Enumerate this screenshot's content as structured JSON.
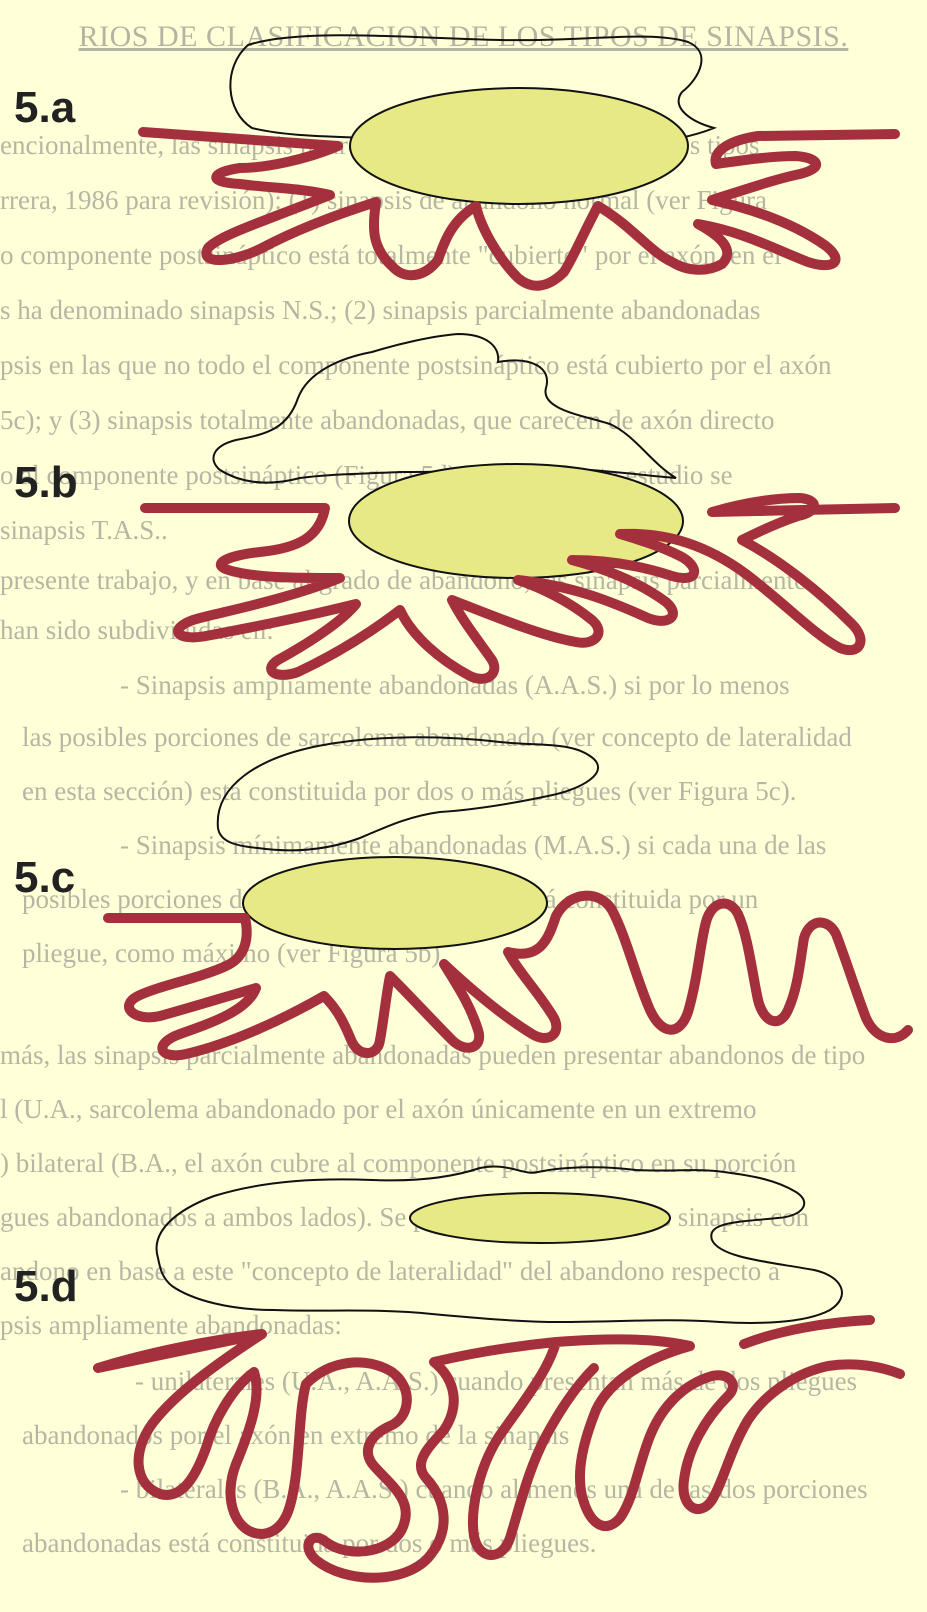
{
  "heading": "RIOS DE CLASIFICACION DE LOS TIPOS DE SINAPSIS.",
  "background_lines": [
    "encionalmente, las sinapsis neuromusculares se clasifican en tres tipos",
    "rrera, 1986 para revisión): (1) sinapsis de abandono normal (ver Figura",
    "o componente postsináptico está totalmente \"cubierto\" por el axón, en el",
    "s ha denominado sinapsis N.S.; (2) sinapsis parcialmente abandonadas",
    "psis en las que no todo el componente postsináptico está cubierto por el axón",
    "5c); y (3) sinapsis totalmente abandonadas, que carecen de axón directo",
    "o al componente postsináptico (Figura 5d), en el presente estudio se",
    "sinapsis T.A.S..",
    "presente trabajo, y en base al grado de abandono, las sinapsis parcialmente",
    "han sido subdivididas en:",
    "- Sinapsis ampliamente abandonadas (A.A.S.) si por lo menos",
    "las posibles porciones de sarcolema abandonado (ver concepto de lateralidad",
    "en esta sección) está constituida por dos o más pliegues (ver Figura 5c).",
    "- Sinapsis mínimamente abandonadas (M.A.S.) si cada una de las",
    "posibles porciones de sarcolema abandonado está constituida por un",
    "pliegue, como máximo (ver Figura 5b).",
    "más, las sinapsis parcialmente abandonadas pueden presentar abandonos de tipo",
    "l (U.A., sarcolema abandonado por el axón únicamente en un extremo",
    ") bilateral (B.A., el axón cubre al componente postsináptico en su porción",
    "gues abandonados a ambos lados). Se pueden subclasificar las sinapsis con",
    "andono en base a este \"concepto de lateralidad\" del abandono respecto a",
    "psis ampliamente abandonadas:",
    "- unilaterales (U.A., A.A.S.) cuando presentan más de dos pliegues",
    "abandonados por el axón en extremo de la sinapsis",
    "- bilaterales (B.A., A.A.S.) cuando al menos una de las dos porciones",
    "abandonadas está constituida por dos o más pliegues."
  ],
  "panels": [
    {
      "label": "5.a"
    },
    {
      "label": "5.b"
    },
    {
      "label": "5.c"
    },
    {
      "label": "5.d"
    }
  ],
  "colors": {
    "background": "#ffffd8",
    "fold": "#a4303e",
    "nucleus": "#e6e984",
    "outline": "#111111",
    "label": "#222222",
    "faint_text": "#b6b6a4"
  }
}
